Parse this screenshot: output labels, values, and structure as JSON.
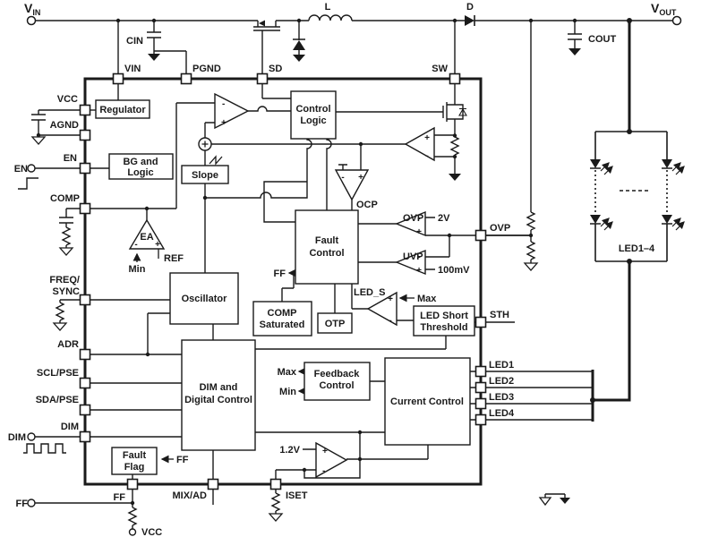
{
  "diagram": {
    "terminals": {
      "vin_main": "V",
      "vin_sub": "IN",
      "vout_main": "V",
      "vout_sub": "OUT",
      "en": "EN",
      "dim": "DIM",
      "ff": "FF",
      "vcc": "VCC"
    },
    "components": {
      "cin": "CIN",
      "cout": "COUT",
      "inductor": "L",
      "diode": "D"
    },
    "pins": {
      "vin": "VIN",
      "pgnd": "PGND",
      "sd": "SD",
      "sw": "SW",
      "vcc": "VCC",
      "agnd": "AGND",
      "en": "EN",
      "comp": "COMP",
      "freq_line1": "FREQ/",
      "freq_line2": "SYNC",
      "adr": "ADR",
      "scl": "SCL/PSE",
      "sda": "SDA/PSE",
      "dim": "DIM",
      "ovp": "OVP",
      "sth": "STH",
      "led1": "LED1",
      "led2": "LED2",
      "led3": "LED3",
      "led4": "LED4",
      "ff": "FF",
      "mixad": "MIX/AD",
      "iset": "ISET"
    },
    "blocks": {
      "regulator": "Regulator",
      "bg_line1": "BG and",
      "bg_line2": "Logic",
      "slope": "Slope",
      "oscillator": "Oscillator",
      "control_logic_line1": "Control",
      "control_logic_line2": "Logic",
      "fault_control_line1": "Fault",
      "fault_control_line2": "Control",
      "comp_saturated_line1": "COMP",
      "comp_saturated_line2": "Saturated",
      "otp": "OTP",
      "led_short_line1": "LED Short",
      "led_short_line2": "Threshold",
      "dim_ctrl_line1": "DIM and",
      "dim_ctrl_line2": "Digital Control",
      "feedback_line1": "Feedback",
      "feedback_line2": "Control",
      "current_control": "Current Control",
      "fault_flag_line1": "Fault",
      "fault_flag_line2": "Flag",
      "ea": "EA"
    },
    "signals": {
      "ocp": "OCP",
      "ovp": "OVP",
      "uvp": "UVP",
      "led_s": "LED_S",
      "ff": "FF",
      "ref": "REF",
      "min": "Min",
      "max": "Max",
      "v2": "2V",
      "mv100": "100mV",
      "v1p2": "1.2V",
      "led_string": "LED1–4",
      "plus": "+",
      "minus": "-"
    }
  }
}
